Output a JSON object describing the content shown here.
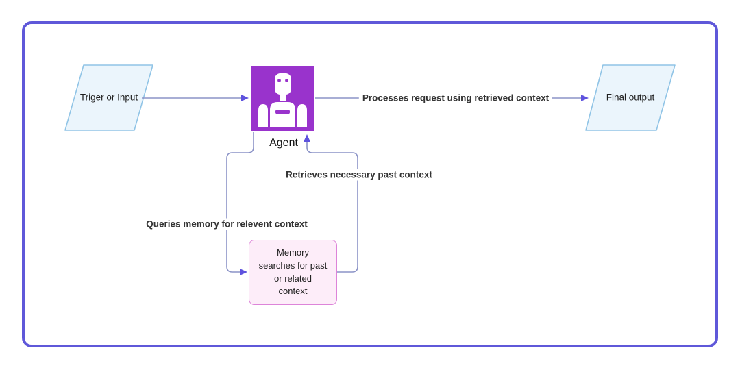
{
  "diagram": {
    "nodes": {
      "trigger": {
        "label": "Triger or Input",
        "shape": "parallelogram"
      },
      "agent": {
        "label": "Agent",
        "shape": "icon-square",
        "icon": "robot-icon"
      },
      "final_output": {
        "label": "Final output",
        "shape": "parallelogram"
      },
      "memory": {
        "label": "Memory\nsearches for past\nor related\ncontext",
        "shape": "rounded-rectangle"
      }
    },
    "edges": {
      "trigger_to_agent": {
        "label": ""
      },
      "agent_to_output": {
        "label": "Processes request using retrieved context"
      },
      "memory_to_agent": {
        "label": "Retrieves necessary past context"
      },
      "agent_to_memory": {
        "label": "Queries memory for relevent context"
      }
    },
    "colors": {
      "frame_border": "#5f58d9",
      "agent_fill": "#9933cc",
      "parallelogram_fill": "#ebf5fc",
      "parallelogram_border": "#90c4e6",
      "memory_fill": "#fdedf9",
      "memory_border": "#dd84d9",
      "connector_line": "#8b93c7",
      "arrowhead": "#5e52de",
      "text": "#1f1f1f"
    }
  }
}
